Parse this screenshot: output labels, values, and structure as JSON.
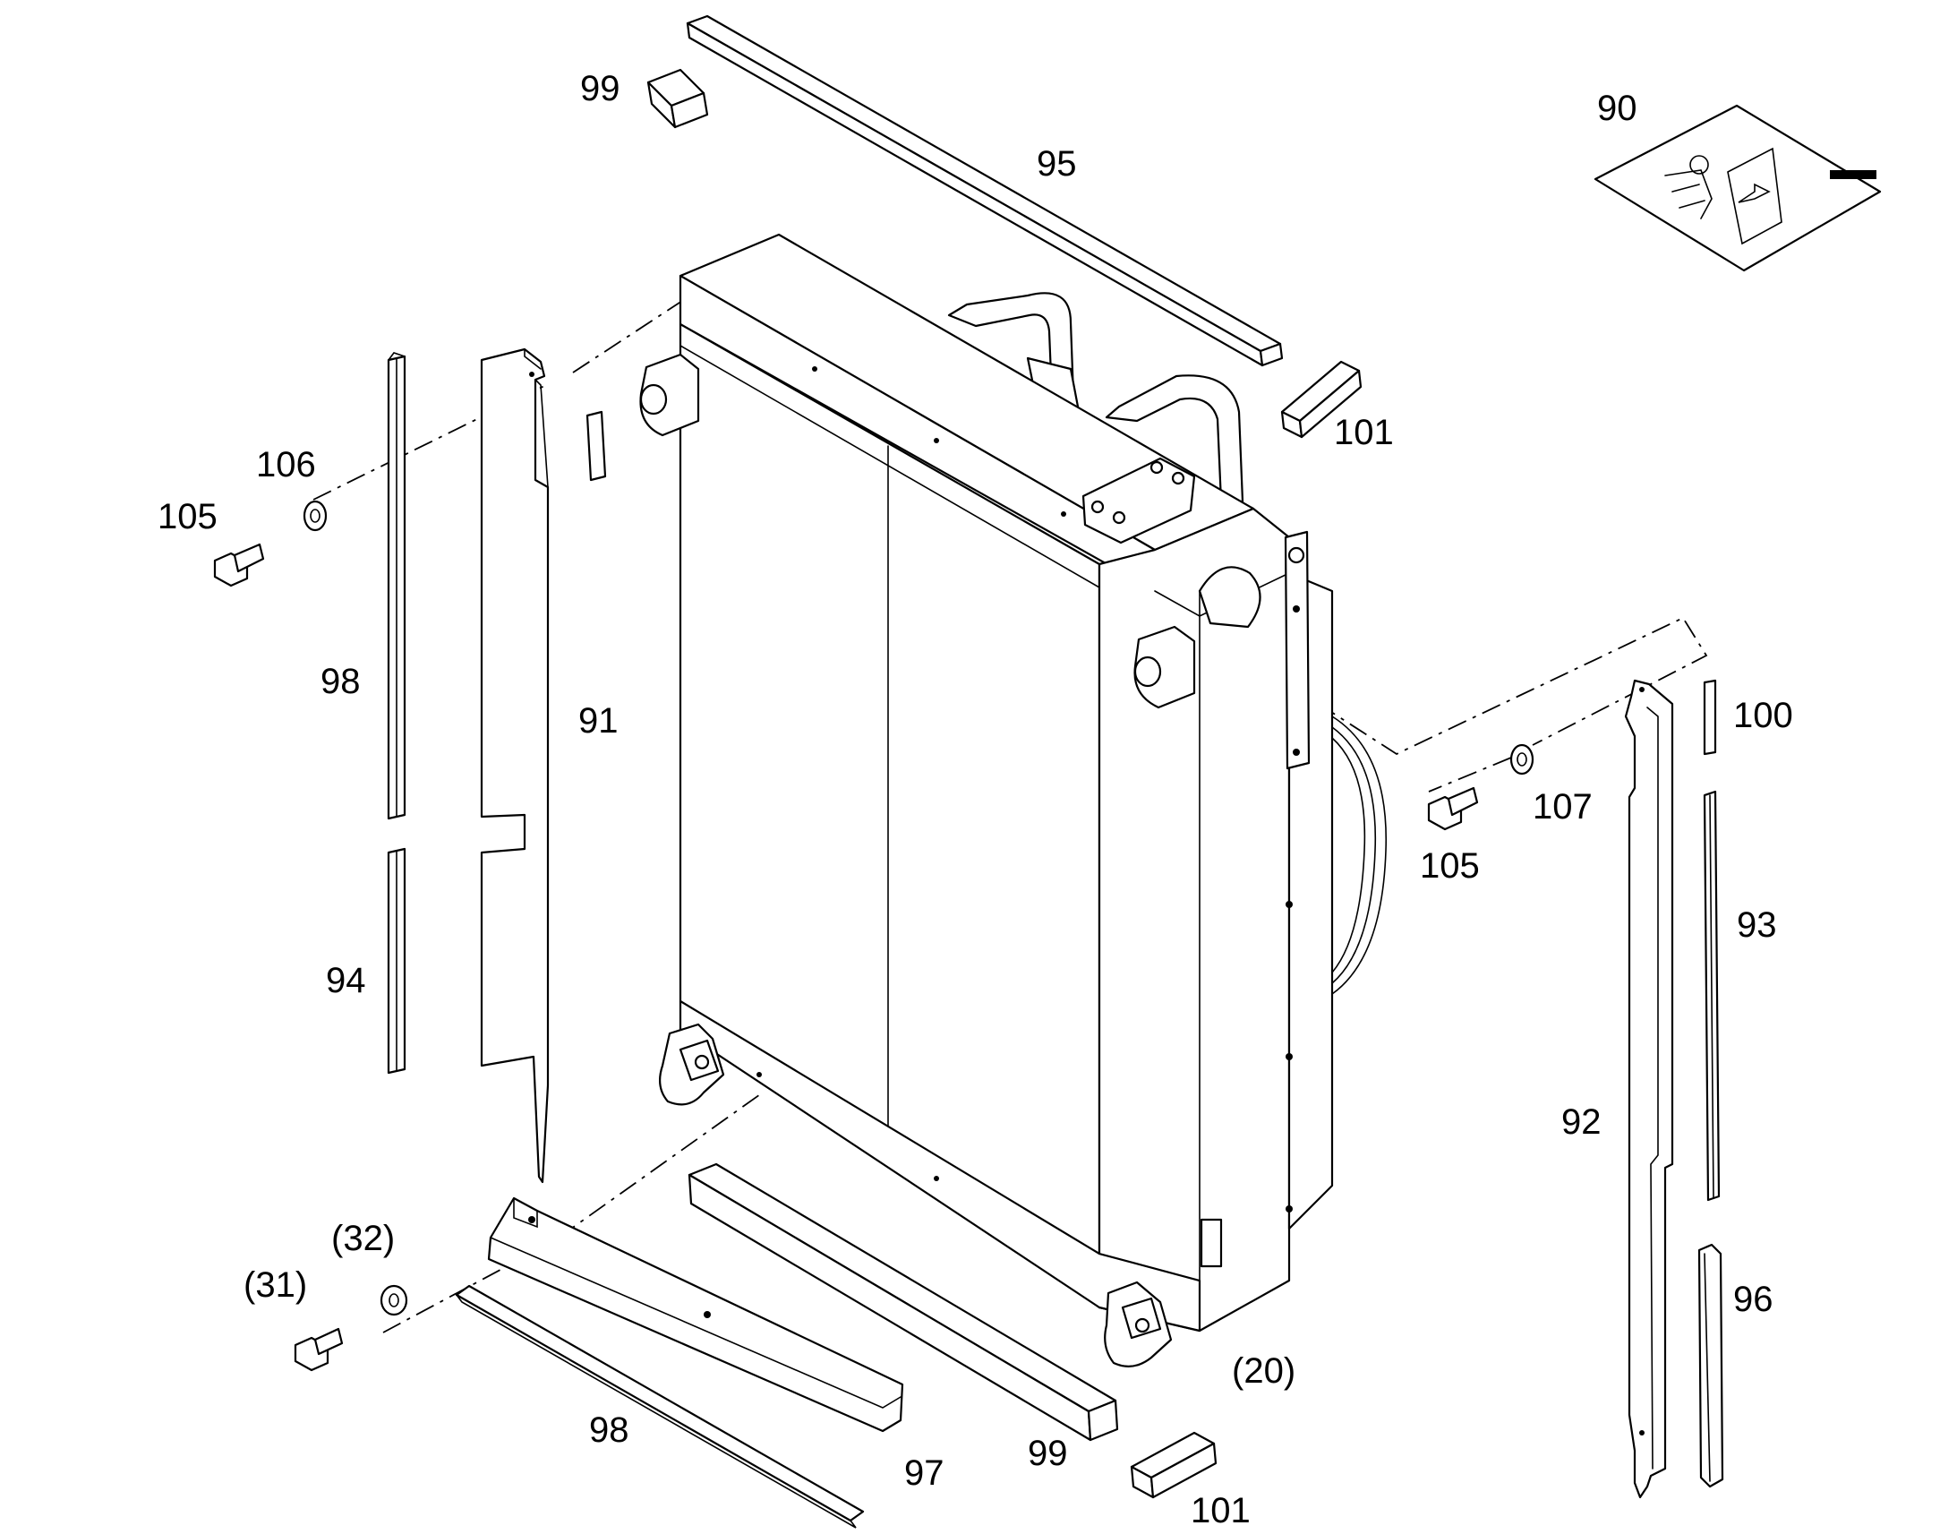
{
  "colors": {
    "line": "#000000",
    "background": "#ffffff"
  },
  "callouts": [
    {
      "id": "c99-top",
      "text": "99"
    },
    {
      "id": "c95",
      "text": "95"
    },
    {
      "id": "c90",
      "text": "90"
    },
    {
      "id": "c101-top",
      "text": "101"
    },
    {
      "id": "c106",
      "text": "106"
    },
    {
      "id": "c105-left",
      "text": "105"
    },
    {
      "id": "c98-left",
      "text": "98"
    },
    {
      "id": "c91",
      "text": "91"
    },
    {
      "id": "c94",
      "text": "94"
    },
    {
      "id": "c100",
      "text": "100"
    },
    {
      "id": "c107",
      "text": "107"
    },
    {
      "id": "c105-right",
      "text": "105"
    },
    {
      "id": "c93",
      "text": "93"
    },
    {
      "id": "c92",
      "text": "92"
    },
    {
      "id": "c96",
      "text": "96"
    },
    {
      "id": "c32",
      "text": "(32)"
    },
    {
      "id": "c31",
      "text": "(31)"
    },
    {
      "id": "c20",
      "text": "(20)"
    },
    {
      "id": "c98-bottom",
      "text": "98"
    },
    {
      "id": "c97",
      "text": "97"
    },
    {
      "id": "c99-bottom",
      "text": "99"
    },
    {
      "id": "c101-bottom",
      "text": "101"
    }
  ]
}
